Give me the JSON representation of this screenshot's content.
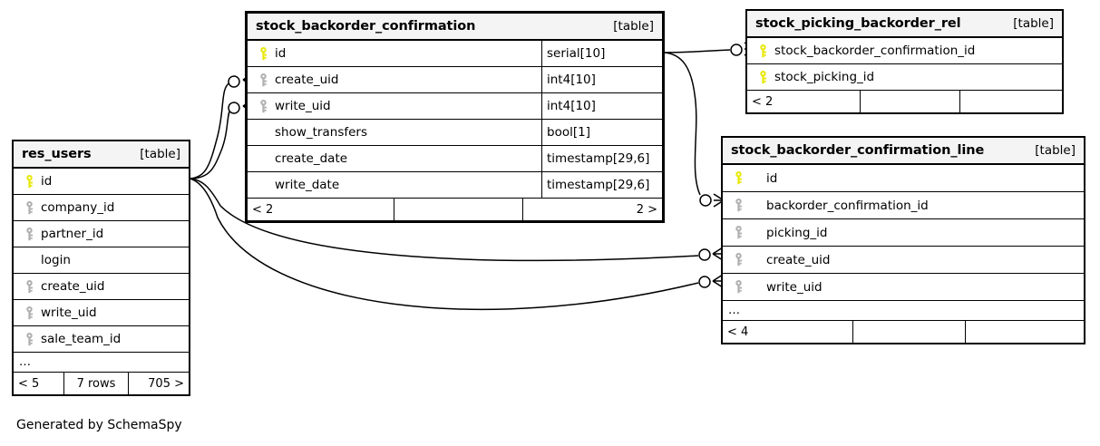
{
  "diagram": {
    "generator_text": "Generated by SchemaSpy",
    "table_tag": "[table]",
    "ellipsis": "…",
    "pk_color": "#e8e80c",
    "fk_color": "#b0b0b0",
    "header_bg": "#f4f4f4",
    "line_color": "#000000"
  },
  "tables": {
    "res_users": {
      "title": "res_users",
      "tag": "[table]",
      "columns": [
        {
          "name": "id",
          "key": "pk",
          "type": ""
        },
        {
          "name": "company_id",
          "key": "fk",
          "type": ""
        },
        {
          "name": "partner_id",
          "key": "fk",
          "type": ""
        },
        {
          "name": "login",
          "key": "none",
          "type": ""
        },
        {
          "name": "create_uid",
          "key": "fk",
          "type": ""
        },
        {
          "name": "write_uid",
          "key": "fk",
          "type": ""
        },
        {
          "name": "sale_team_id",
          "key": "fk",
          "type": ""
        }
      ],
      "more": "…",
      "footer": [
        "< 5",
        "7 rows",
        "705 >"
      ]
    },
    "stock_backorder_confirmation": {
      "title": "stock_backorder_confirmation",
      "tag": "[table]",
      "columns": [
        {
          "name": "id",
          "key": "pk",
          "type": "serial[10]"
        },
        {
          "name": "create_uid",
          "key": "fk",
          "type": "int4[10]"
        },
        {
          "name": "write_uid",
          "key": "fk",
          "type": "int4[10]"
        },
        {
          "name": "show_transfers",
          "key": "none",
          "type": "bool[1]"
        },
        {
          "name": "create_date",
          "key": "none",
          "type": "timestamp[29,6]"
        },
        {
          "name": "write_date",
          "key": "none",
          "type": "timestamp[29,6]"
        }
      ],
      "footer": [
        "< 2",
        "",
        "2 >"
      ]
    },
    "stock_picking_backorder_rel": {
      "title": "stock_picking_backorder_rel",
      "tag": "[table]",
      "columns": [
        {
          "name": "stock_backorder_confirmation_id",
          "key": "pk",
          "type": ""
        },
        {
          "name": "stock_picking_id",
          "key": "pk",
          "type": ""
        }
      ],
      "footer": [
        "< 2",
        "",
        ""
      ]
    },
    "stock_backorder_confirmation_line": {
      "title": "stock_backorder_confirmation_line",
      "tag": "[table]",
      "columns": [
        {
          "name": "id",
          "key": "pk",
          "type": ""
        },
        {
          "name": "backorder_confirmation_id",
          "key": "fk",
          "type": ""
        },
        {
          "name": "picking_id",
          "key": "fk",
          "type": ""
        },
        {
          "name": "create_uid",
          "key": "fk",
          "type": ""
        },
        {
          "name": "write_uid",
          "key": "fk",
          "type": ""
        }
      ],
      "more": "…",
      "footer": [
        "< 4",
        "",
        ""
      ]
    }
  }
}
